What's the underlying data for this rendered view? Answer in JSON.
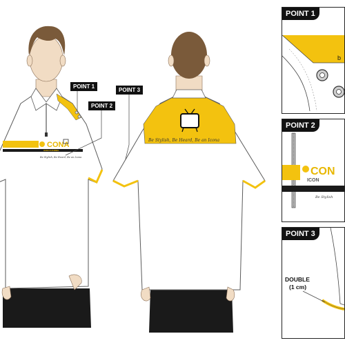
{
  "colors": {
    "accent": "#f3c20f",
    "shirt": "#ffffff",
    "outline": "#5a5a5a",
    "skin": "#f1dcc4",
    "hair": "#7a5a3a",
    "pants": "#1a1a1a",
    "callout_bg": "#111111"
  },
  "callouts": [
    {
      "label": "POINT 1"
    },
    {
      "label": "POINT 2"
    },
    {
      "label": "POINT 3"
    }
  ],
  "front": {
    "logo_text": "CONA",
    "logo_subtext": "ICON CHANNEL",
    "tagline": "Be Stylish, Be Heard, Be an Icona"
  },
  "back": {
    "tagline": "Be Stylish, Be Heard, Be an Icona",
    "logo_icon": "tv-icon"
  },
  "panels": [
    {
      "title": "POINT 1",
      "partial_text": "b"
    },
    {
      "title": "POINT 2",
      "logo_text": "CON",
      "logo_subtext": "ICON",
      "tagline": "Be Stylish"
    },
    {
      "title": "POINT 3",
      "note_line1": "DOUBLE",
      "note_line2": "(1 cm)"
    }
  ]
}
